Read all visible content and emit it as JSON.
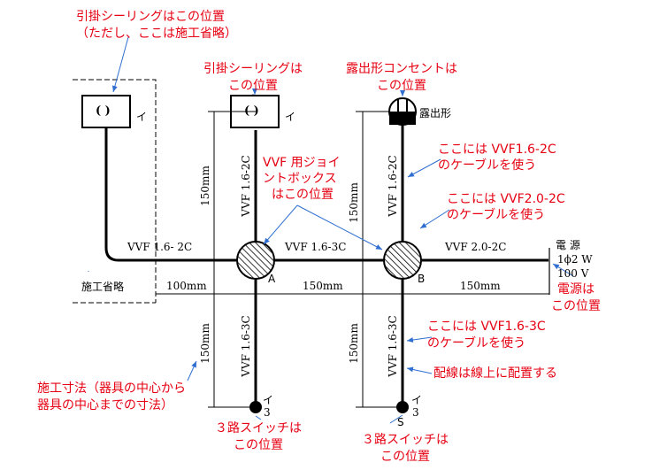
{
  "annotations": {
    "ceiling_left_line1": "引掛シーリングはこの位置",
    "ceiling_left_line2": "（ただし、ここは施工省略）",
    "ceiling_mid_line1": "引掛シーリングは",
    "ceiling_mid_line2": "この位置",
    "outlet_line1": "露出形コンセントは",
    "outlet_line2": "この位置",
    "cable_a_line1": "ここには VVF1.6-2C",
    "cable_a_line2": "のケーブルを使う",
    "cable_b_line1": "ここには VVF2.0-2C",
    "cable_b_line2": "のケーブルを使う",
    "jbox_line1": "VVF 用ジョイ",
    "jbox_line2": "ントボックス",
    "jbox_line3": "はこの位置",
    "source_line1": "電源は",
    "source_line2": "この位置",
    "cable_c_line1": "ここには VVF1.6-3C",
    "cable_c_line2": "のケーブルを使う",
    "wiring_note": "配線は線上に配置する",
    "dim_note_line1": "施工寸法（器具の中心から",
    "dim_note_line2": "器具の中心までの寸法）",
    "switch_left_line1": "３路スイッチは",
    "switch_left_line2": "この位置",
    "switch_right_line1": "３路スイッチは",
    "switch_right_line2": "この位置"
  },
  "labels": {
    "cable_left": "VVF 1.6- 2C",
    "cable_mid": "VVF 1.6-3C",
    "cable_right": "VVF 2.0-2C",
    "cable_up_a": "VVF 1.6-2C",
    "cable_up_b": "VVF 1.6-2C",
    "cable_down_a": "VVF 1.6-3C",
    "cable_down_b": "VVF 1.6-3C",
    "dim_150_up_a": "150mm",
    "dim_150_up_b": "150mm",
    "dim_150_down_a": "150mm",
    "dim_150_down_b": "150mm",
    "dim_100": "100mm",
    "dim_150_h1": "150mm",
    "dim_150_h2": "150mm",
    "omitted": "施工省略",
    "junction_a": "A",
    "junction_b": "B",
    "switch_s": "S",
    "i_ceiling_left": "イ",
    "i_ceiling_mid": "イ",
    "i_switch_left": "イ",
    "i_switch_right": "イ",
    "three_left": "3",
    "three_right": "3",
    "ceiling_symbol": "( )",
    "exposed": "露出形",
    "source_title": "電 源",
    "source_phase": "1ϕ2 W",
    "source_voltage": "100 V"
  },
  "colors": {
    "annotation": "#e60012",
    "leader": "#2f6fd1",
    "wire": "#000000"
  }
}
